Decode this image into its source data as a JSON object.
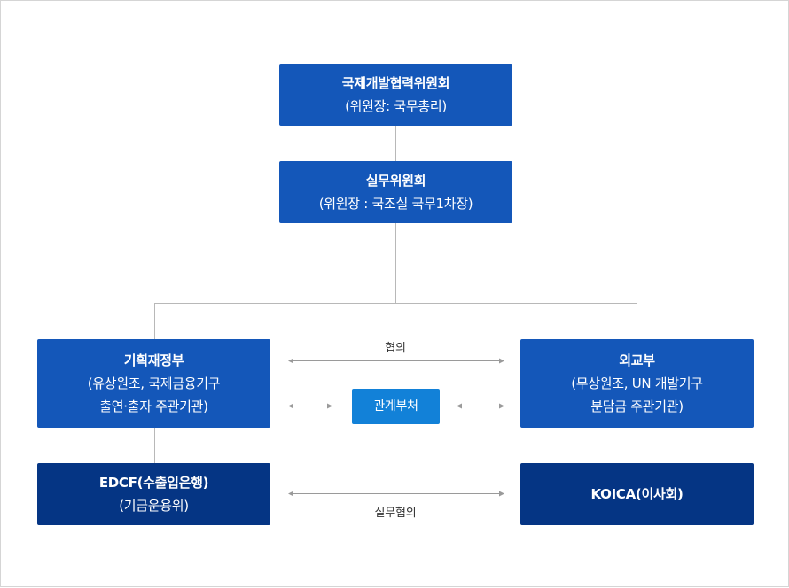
{
  "org_chart": {
    "committee": {
      "title": "국제개발협력위원회",
      "subtitle": "(위원장: 국무총리)"
    },
    "working_committee": {
      "title": "실무위원회",
      "subtitle": "(위원장 : 국조실 국무1차장)"
    },
    "mosf": {
      "title": "기획재정부",
      "line1": "(유상원조, 국제금융기구",
      "line2": "출연·출자 주관기관)"
    },
    "mofa": {
      "title": "외교부",
      "line1": "(무상원조, UN 개발기구",
      "line2": "분담금 주관기관)"
    },
    "edcf": {
      "title": "EDCF(수출입은행)",
      "subtitle": "(기금운용위)"
    },
    "koica": {
      "title": "KOICA(이사회)"
    },
    "related_ministries": "관계부처",
    "labels": {
      "consultation": "협의",
      "working_consultation": "실무협의"
    },
    "colors": {
      "upper_box": "#1457b9",
      "lower_box": "#053584",
      "middle_box": "#1281d8",
      "connector": "#b8b8b8"
    }
  }
}
